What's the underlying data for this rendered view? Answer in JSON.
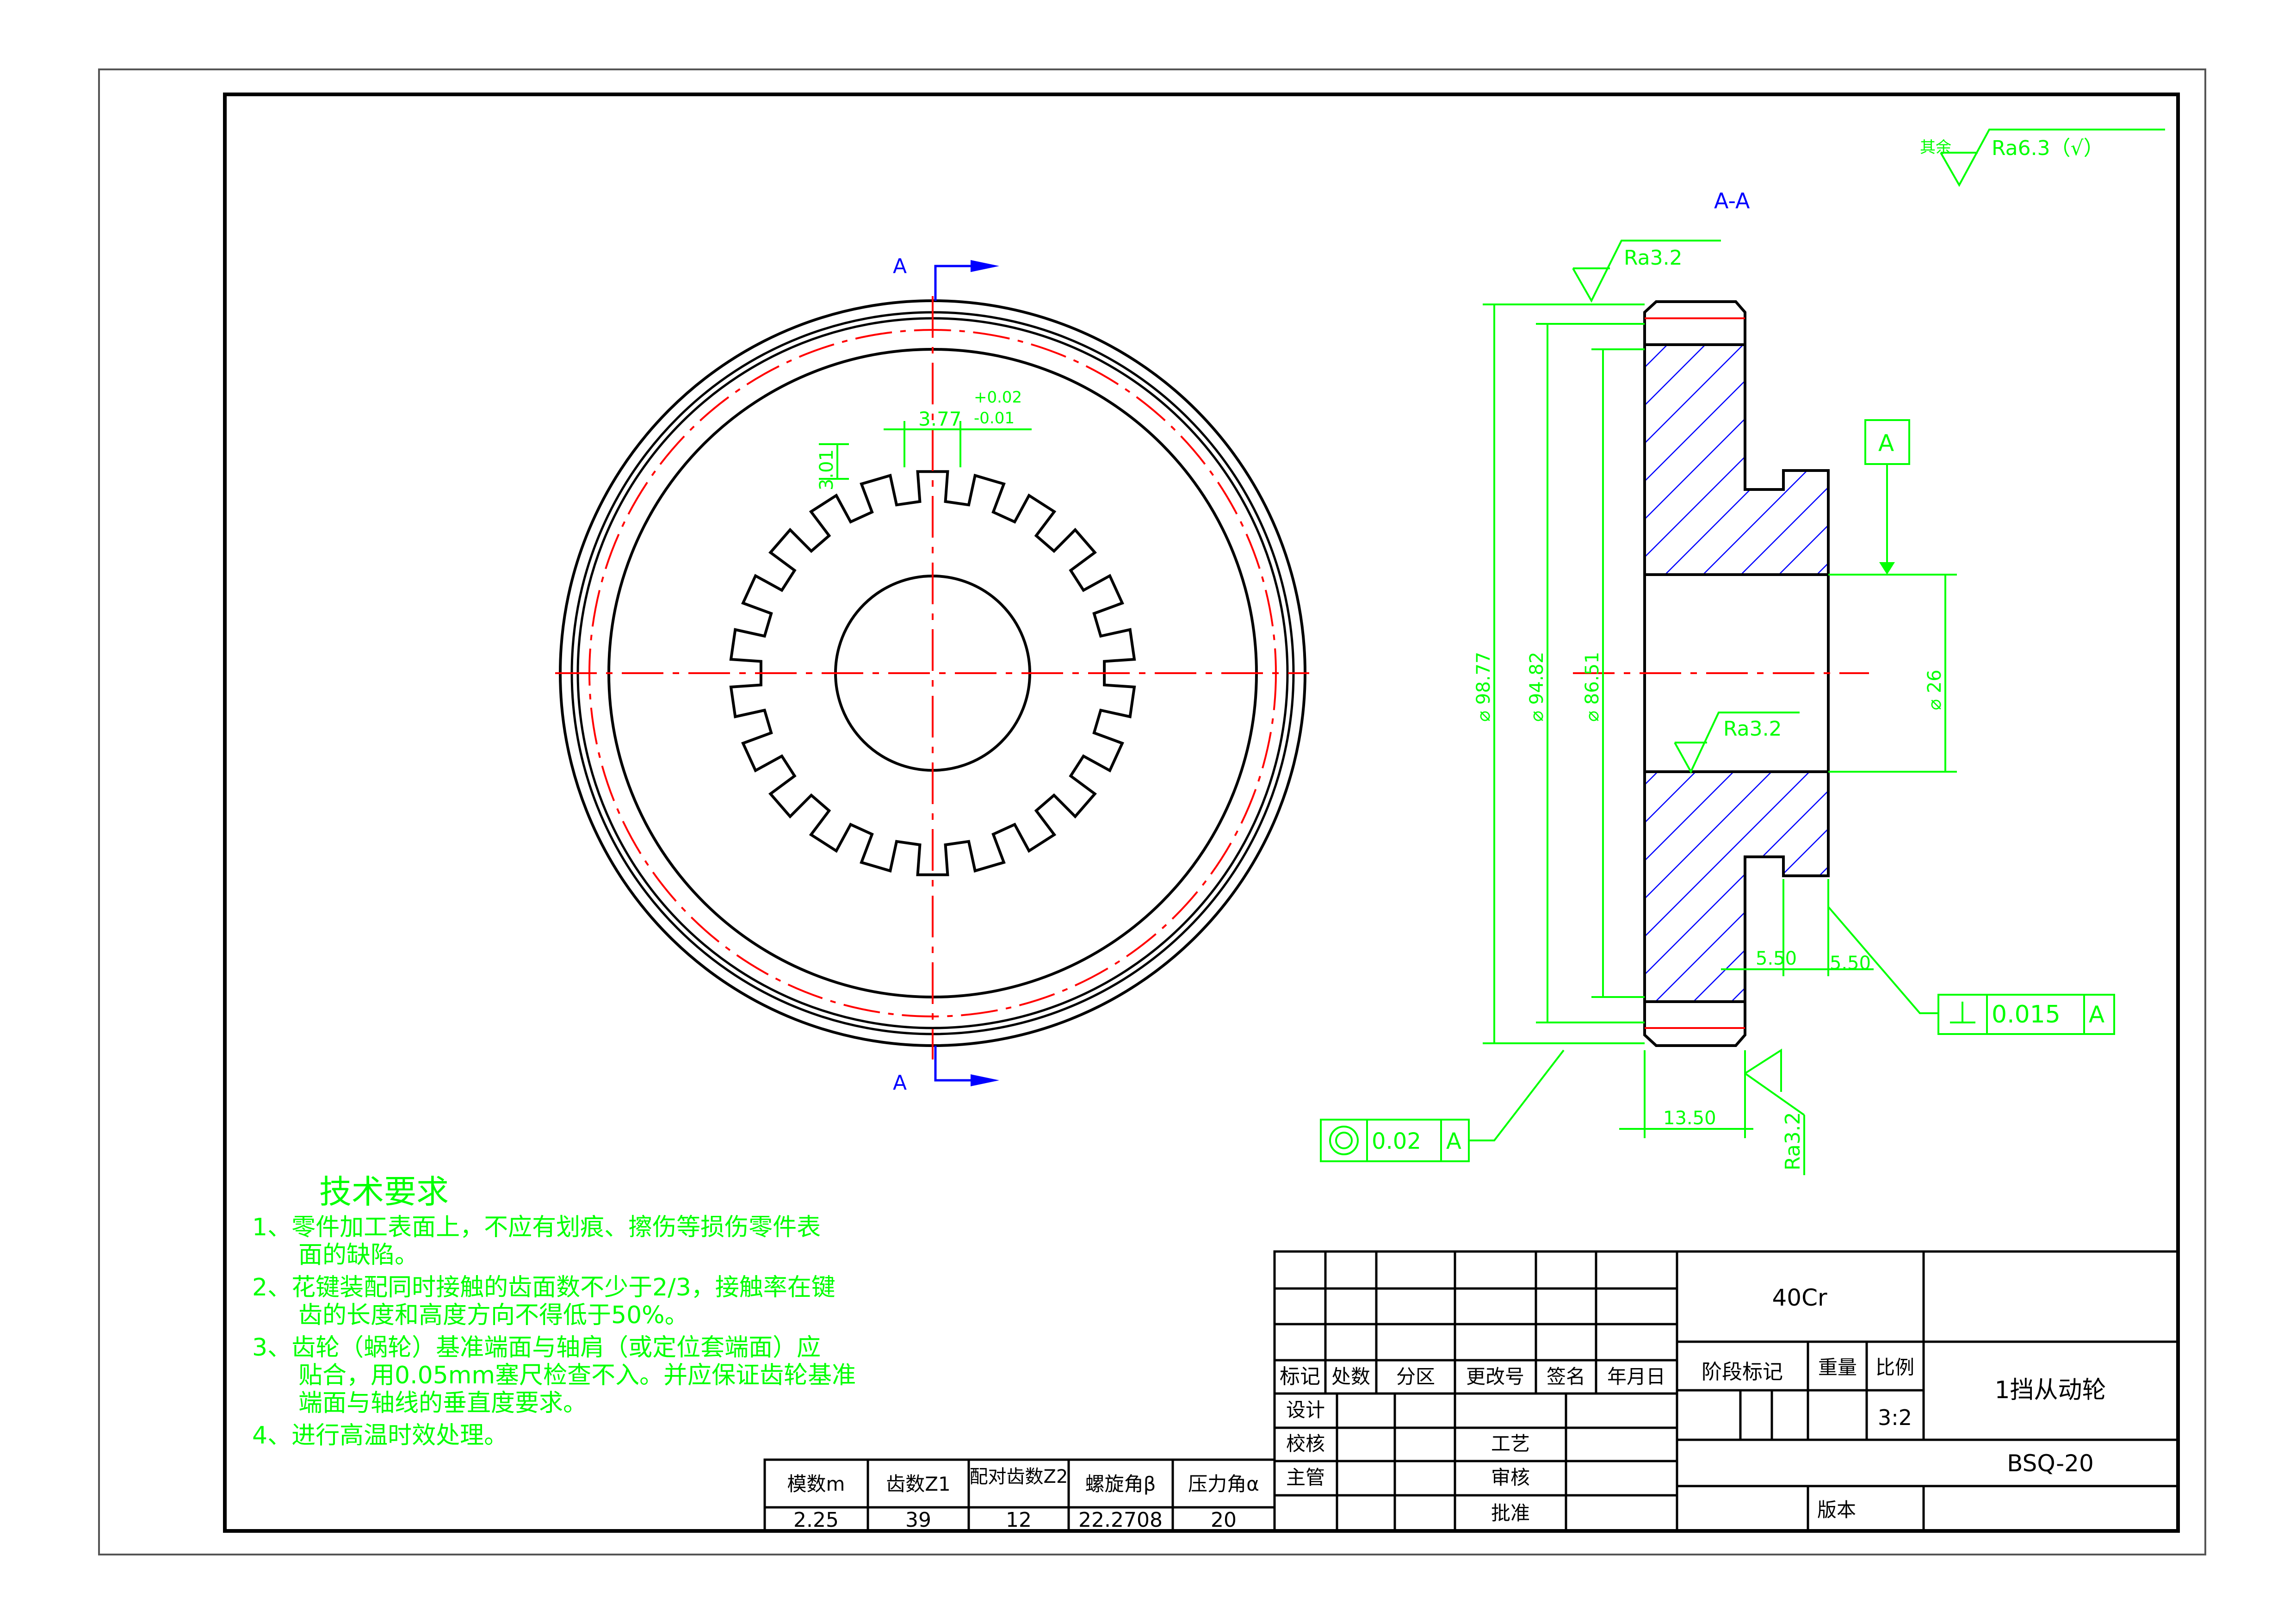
{
  "section_marks": {
    "top": "A",
    "bottom": "A"
  },
  "section_view_title": "A-A",
  "roughness": {
    "other_prefix": "其余",
    "other_value": "Ra6.3（√）",
    "top": "Ra3.2",
    "bore": "Ra3.2",
    "face": "Ra3.2"
  },
  "front_dims": {
    "spline_width": "3.77",
    "tol_upper": "+0.02",
    "tol_lower": "-0.01",
    "spline_height": "3.01"
  },
  "section_dims": {
    "d1": "⌀ 98.77",
    "d2": "⌀ 94.82",
    "d3": "⌀ 86.51",
    "d4": "⌀ 26",
    "w1": "5.50",
    "w2": "5.50",
    "w3": "13.50"
  },
  "datum": "A",
  "tolerances": {
    "runout": {
      "value": "0.02",
      "datum": "A"
    },
    "perpendicular": {
      "value": "0.015",
      "datum": "A"
    }
  },
  "tech": {
    "title": "技术要求",
    "lines": [
      "1、零件加工表面上，不应有划痕、擦伤等损伤零件表",
      "面的缺陷。",
      "2、花键装配同时接触的齿面数不少于2/3，接触率在键",
      "齿的长度和高度方向不得低于50%。",
      "3、齿轮（蜗轮）基准端面与轴肩（或定位套端面）应",
      "贴合，用0.05mm塞尺检查不入。并应保证齿轮基准",
      "端面与轴线的垂直度要求。",
      "4、进行高温时效处理。"
    ]
  },
  "gear_table": {
    "headers": [
      "模数m",
      "齿数Z1",
      "配对齿数Z2",
      "螺旋角β",
      "压力角α"
    ],
    "values": [
      "2.25",
      "39",
      "12",
      "22.2708",
      "20"
    ]
  },
  "title_block": {
    "material": "40Cr",
    "part_name": "1挡从动轮",
    "drawing_no": "BSQ-20",
    "scale_label": "比例",
    "scale": "3:2",
    "weight_label": "重量",
    "stage_label": "阶段标记",
    "version_label": "版本",
    "rev_headers": [
      "标记",
      "处数",
      "分区",
      "更改号",
      "签名",
      "年月日"
    ],
    "roles_left": [
      "设计",
      "校核",
      "主管"
    ],
    "roles_right": [
      "工艺",
      "审核",
      "批准"
    ]
  }
}
